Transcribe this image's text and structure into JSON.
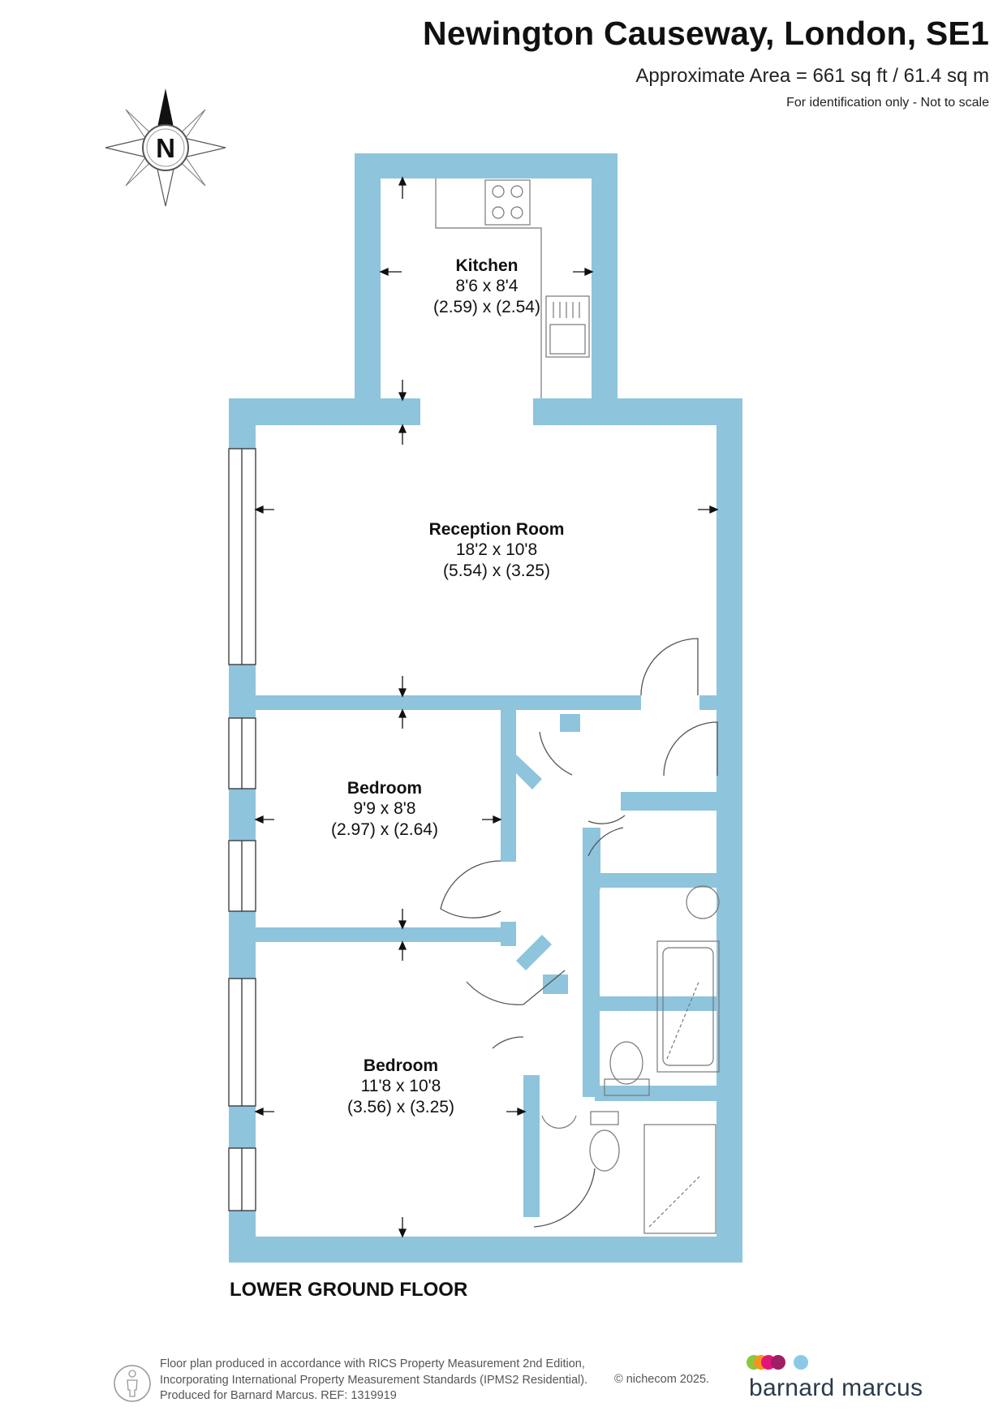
{
  "header": {
    "title": "Newington Causeway, London, SE1",
    "area": "Approximate Area = 661 sq ft / 61.4 sq m",
    "identification": "For identification only - Not to scale"
  },
  "compass": {
    "letter": "N",
    "icon": "compass-rose-icon"
  },
  "rooms": {
    "kitchen": {
      "name": "Kitchen",
      "imperial": "8'6 x 8'4",
      "metric": "(2.59) x (2.54)"
    },
    "reception": {
      "name": "Reception Room",
      "imperial": "18'2 x 10'8",
      "metric": "(5.54) x (3.25)"
    },
    "bedroom1": {
      "name": "Bedroom",
      "imperial": "9'9 x 8'8",
      "metric": "(2.97) x (2.64)"
    },
    "bedroom2": {
      "name": "Bedroom",
      "imperial": "11'8 x 10'8",
      "metric": "(3.56) x (3.25)"
    }
  },
  "floor_label": "LOWER GROUND FLOOR",
  "footer": {
    "line1": "Floor plan produced in accordance with RICS Property Measurement 2nd Edition,",
    "line2": "Incorporating International Property Measurement Standards (IPMS2 Residential).",
    "line3": "Produced for Barnard Marcus.   REF:  1319919",
    "copyright": "© nichecom 2025."
  },
  "brand": {
    "name": "barnard marcus",
    "dot_colors": [
      "#8dc63f",
      "#f7941d",
      "#e2147b",
      "#9e1f63",
      "#8ec8e8"
    ]
  },
  "colors": {
    "wall": "#8ec4dc",
    "text": "#111111"
  }
}
